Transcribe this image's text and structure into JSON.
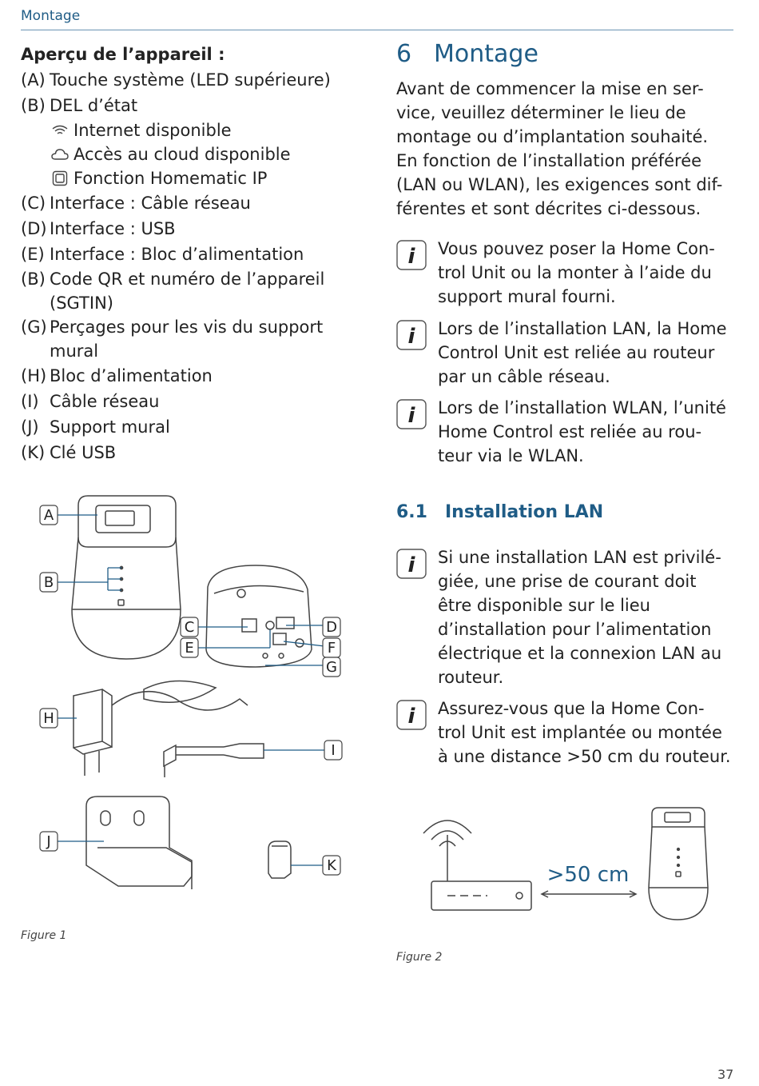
{
  "header": {
    "title": "Montage"
  },
  "overview": {
    "heading": "Aperçu de l’appareil :",
    "items": [
      {
        "key": "(A)",
        "text": "Touche système (LED supérieure)"
      },
      {
        "key": "(B)",
        "text": "DEL d’état"
      },
      {
        "key": "(C)",
        "text": "Interface : Câble réseau"
      },
      {
        "key": "(D)",
        "text": "Interface : USB"
      },
      {
        "key": "(E)",
        "text": "Interface : Bloc d’alimentation"
      },
      {
        "key": "(B)",
        "text": "Code QR et numéro de l’appareil (SGTIN)"
      },
      {
        "key": "(G)",
        "text": "Perçages pour les vis du support mural"
      },
      {
        "key": "(H)",
        "text": "Bloc d’alimentation"
      },
      {
        "key": "(I)",
        "text": "Câble réseau"
      },
      {
        "key": "(J)",
        "text": "Support mural"
      },
      {
        "key": "(K)",
        "text": "Clé USB"
      }
    ],
    "status_leds": [
      {
        "icon": "wifi-icon",
        "text": "Internet disponible"
      },
      {
        "icon": "cloud-icon",
        "text": "Accès au cloud disponible"
      },
      {
        "icon": "homematic-icon",
        "text": "Fonction Homematic IP"
      }
    ]
  },
  "section": {
    "number": "6",
    "title": "Montage",
    "intro": "Avant de commencer la mise en ser-vice, veuillez déterminer le lieu de montage ou d’implantation souhaité. En fonction de l’installation préférée (LAN ou WLAN), les exigences sont dif-férentes et sont décrites ci-dessous.",
    "notes": [
      "Vous pouvez poser la Home Con-trol Unit ou la monter à l’aide du support mural fourni.",
      "Lors de l’installation LAN, la Home Control Unit est reliée au routeur par un câble réseau.",
      "Lors de l’installation WLAN, l’unité Home Control est reliée au rou-teur via le WLAN."
    ]
  },
  "subsection": {
    "number": "6.1",
    "title": "Installation LAN",
    "notes": [
      "Si une installation LAN est privilé-giée, une prise de courant doit être disponible sur le lieu d’installation pour l’alimentation électrique et la connexion LAN au routeur.",
      "Assurez-vous que la Home Con-trol Unit est implantée ou montée à une distance >50 cm du routeur."
    ]
  },
  "figure1": {
    "caption": "Figure 1",
    "labels": [
      "A",
      "B",
      "C",
      "D",
      "E",
      "F",
      "G",
      "H",
      "I",
      "J",
      "K"
    ]
  },
  "figure2": {
    "caption": "Figure 2",
    "distance_label": ">50 cm"
  },
  "page_number": "37",
  "colors": {
    "accent": "#1f5c86",
    "rule": "#6a93b3",
    "text": "#222222",
    "line_art": "#444444"
  }
}
